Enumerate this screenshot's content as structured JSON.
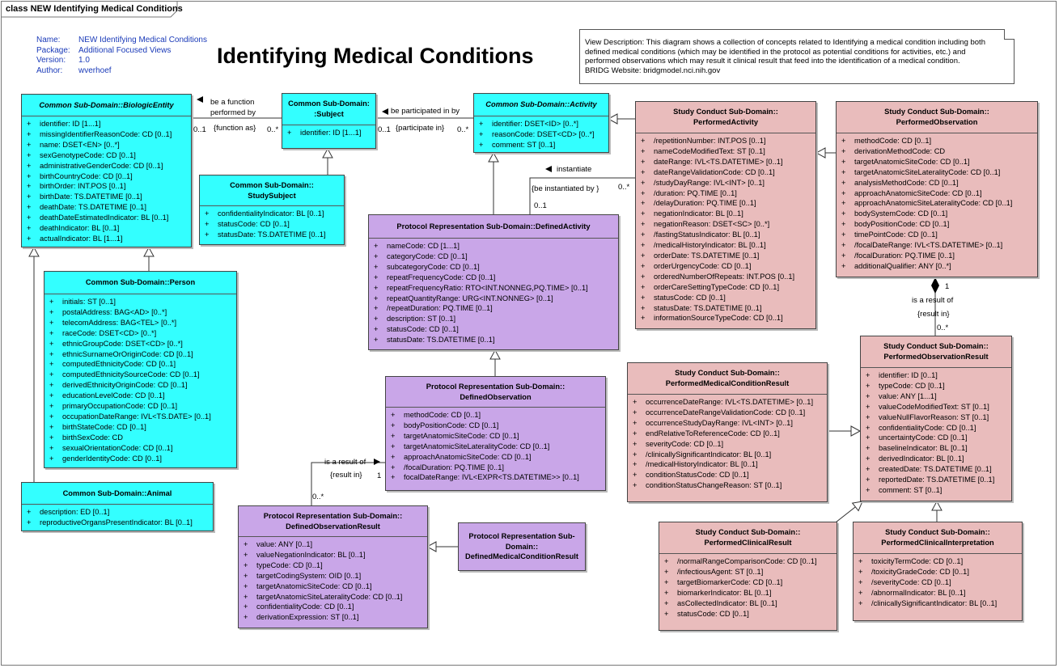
{
  "frame_title": "class NEW Identifying Medical Conditions",
  "meta": [
    {
      "key": "Name:",
      "value": "NEW Identifying Medical Conditions"
    },
    {
      "key": "Package:",
      "value": "Additional Focused Views"
    },
    {
      "key": "Version:",
      "value": "1.0"
    },
    {
      "key": "Author:",
      "value": "wverhoef"
    }
  ],
  "diagram_title": "Identifying Medical Conditions",
  "note": {
    "lines": [
      "View Description:  This diagram shows a collection of concepts related to Identifying a medical condition including both",
      "defined medical conditions (which may be identified in the protocol as potential conditions for activities, etc.) and",
      "performed observations which may result it clinical result that feed into the identification of a medical condition.",
      "BRIDG Website:  bridgmodel.nci.nih.gov"
    ]
  },
  "colors": {
    "common": "#33ffff",
    "protocol": "#c9a6e8",
    "study": "#e9bcbc"
  },
  "classes": [
    {
      "id": "biologic-entity",
      "title": [
        "Common Sub-Domain::BiologicEntity"
      ],
      "italic": true,
      "color": "cyan",
      "attrs": [
        "identifier: ID [1...1]",
        "missingIdentifierReasonCode: CD [0..1]",
        "name: DSET<EN> [0..*]",
        "sexGenotypeCode: CD [0..1]",
        "administrativeGenderCode: CD [0..1]",
        "birthCountryCode: CD [0..1]",
        "birthOrder: INT.POS [0..1]",
        "birthDate: TS.DATETIME [0..1]",
        "deathDate: TS.DATETIME [0..1]",
        "deathDateEstimatedIndicator: BL [0..1]",
        "deathIndicator: BL [0..1]",
        "actualIndicator: BL [1...1]"
      ]
    },
    {
      "id": "subject",
      "title": [
        "Common Sub-Domain:",
        ":Subject"
      ],
      "italic": false,
      "color": "cyan",
      "attrs": [
        "identifier: ID [1...1]"
      ]
    },
    {
      "id": "activity",
      "title": [
        "Common Sub-Domain::Activity"
      ],
      "italic": true,
      "color": "cyan",
      "attrs": [
        "identifier: DSET<ID> [0..*]",
        "reasonCode: DSET<CD> [0..*]",
        "comment: ST [0..1]"
      ]
    },
    {
      "id": "study-subject",
      "title": [
        "Common Sub-Domain::",
        "StudySubject"
      ],
      "italic": false,
      "color": "cyan",
      "attrs": [
        "confidentialityIndicator: BL [0..1]",
        "statusCode: CD [0..1]",
        "statusDate: TS.DATETIME [0..1]"
      ]
    },
    {
      "id": "person",
      "title": [
        "Common Sub-Domain::Person"
      ],
      "italic": false,
      "color": "cyan",
      "attrs": [
        "initials: ST [0..1]",
        "postalAddress: BAG<AD> [0..*]",
        "telecomAddress: BAG<TEL> [0..*]",
        "raceCode: DSET<CD> [0..*]",
        "ethnicGroupCode: DSET<CD> [0..*]",
        "ethnicSurnameOrOriginCode: CD [0..1]",
        "computedEthnicityCode: CD [0..1]",
        "computedEthnicitySourceCode: CD [0..1]",
        "derivedEthnicityOriginCode: CD [0..1]",
        "educationLevelCode: CD [0..1]",
        "primaryOccupationCode: CD [0..1]",
        "occupationDateRange: IVL<TS.DATE> [0..1]",
        "birthStateCode: CD [0..1]",
        "birthSexCode: CD",
        "sexualOrientationCode: CD [0..1]",
        "genderIdentityCode: CD [0..1]"
      ]
    },
    {
      "id": "animal",
      "title": [
        "Common Sub-Domain::Animal"
      ],
      "italic": false,
      "color": "cyan",
      "attrs": [
        "description: ED [0..1]",
        "reproductiveOrgansPresentIndicator: BL [0..1]"
      ]
    },
    {
      "id": "defined-activity",
      "title": [
        "Protocol Representation Sub-Domain::DefinedActivity"
      ],
      "italic": false,
      "color": "purple",
      "attrs": [
        "nameCode: CD [1...1]",
        "categoryCode: CD [0..1]",
        "subcategoryCode: CD [0..1]",
        "repeatFrequencyCode: CD [0..1]",
        "repeatFrequencyRatio: RTO<INT.NONNEG,PQ.TIME> [0..1]",
        "repeatQuantityRange: URG<INT.NONNEG> [0..1]",
        "/repeatDuration: PQ.TIME [0..1]",
        "description: ST [0..1]",
        "statusCode: CD [0..1]",
        "statusDate: TS.DATETIME [0..1]"
      ]
    },
    {
      "id": "defined-observation",
      "title": [
        "Protocol Representation Sub-Domain::",
        "DefinedObservation"
      ],
      "italic": false,
      "color": "purple",
      "attrs": [
        "methodCode: CD [0..1]",
        "bodyPositionCode: CD [0..1]",
        "targetAnatomicSiteCode: CD [0..1]",
        "targetAnatomicSiteLateralityCode: CD [0..1]",
        "approachAnatomicSiteCode: CD [0..1]",
        "/focalDuration: PQ.TIME [0..1]",
        "focalDateRange: IVL<EXPR<TS.DATETIME>> [0..1]"
      ]
    },
    {
      "id": "defined-observation-result",
      "title": [
        "Protocol Representation Sub-Domain::",
        "DefinedObservationResult"
      ],
      "italic": false,
      "color": "purple",
      "attrs": [
        "value: ANY [0..1]",
        "valueNegationIndicator: BL [0..1]",
        "typeCode: CD [0..1]",
        "targetCodingSystem: OID [0..1]",
        "targetAnatomicSiteCode: CD [0..1]",
        "targetAnatomicSiteLateralityCode: CD [0..1]",
        "confidentialityCode: CD [0..1]",
        "derivationExpression: ST [0..1]"
      ]
    },
    {
      "id": "defined-medical-condition-result",
      "title": [
        "Protocol Representation Sub-",
        "Domain::",
        "DefinedMedicalConditionResult"
      ],
      "italic": false,
      "color": "purple",
      "attrs": []
    },
    {
      "id": "performed-activity",
      "title": [
        "Study Conduct Sub-Domain::",
        "PerformedActivity"
      ],
      "italic": false,
      "color": "pink",
      "attrs": [
        "/repetitionNumber: INT.POS [0..1]",
        "nameCodeModifiedText: ST [0..1]",
        "dateRange: IVL<TS.DATETIME> [0..1]",
        "dateRangeValidationCode: CD [0..1]",
        "/studyDayRange: IVL<INT> [0..1]",
        "/duration: PQ.TIME [0..1]",
        "/delayDuration: PQ.TIME [0..1]",
        "negationIndicator: BL [0..1]",
        "negationReason: DSET<SC> [0..*]",
        "/fastingStatusIndicator: BL [0..1]",
        "/medicalHistoryIndicator: BL [0..1]",
        "orderDate: TS.DATETIME [0..1]",
        "orderUrgencyCode: CD [0..1]",
        "orderedNumberOfRepeats: INT.POS [0..1]",
        "orderCareSettingTypeCode: CD [0..1]",
        "statusCode: CD [0..1]",
        "statusDate: TS.DATETIME [0..1]",
        "informationSourceTypeCode: CD [0..1]"
      ]
    },
    {
      "id": "performed-observation",
      "title": [
        "Study Conduct Sub-Domain::",
        "PerformedObservation"
      ],
      "italic": false,
      "color": "pink",
      "attrs": [
        "methodCode: CD [0..1]",
        "derivationMethodCode: CD",
        "targetAnatomicSiteCode: CD [0..1]",
        "targetAnatomicSiteLateralityCode: CD [0..1]",
        "analysisMethodCode: CD [0..1]",
        "approachAnatomicSiteCode: CD [0..1]",
        "approachAnatomicSiteLateralityCode: CD [0..1]",
        "bodySystemCode: CD [0..1]",
        "bodyPositionCode: CD [0..1]",
        "timePointCode: CD [0..1]",
        "/focalDateRange: IVL<TS.DATETIME> [0..1]",
        "/focalDuration: PQ.TIME [0..1]",
        "additionalQualifier: ANY [0..*]"
      ]
    },
    {
      "id": "performed-medical-condition-result",
      "title": [
        "Study Conduct Sub-Domain::",
        "PerformedMedicalConditionResult"
      ],
      "italic": false,
      "color": "pink",
      "attrs": [
        "occurrenceDateRange: IVL<TS.DATETIME> [0..1]",
        "occurrenceDateRangeValidationCode: CD [0..1]",
        "occurrenceStudyDayRange: IVL<INT> [0..1]",
        "endRelativeToReferenceCode: CD [0..1]",
        "severityCode: CD [0..1]",
        "/clinicallySignificantIndicator: BL [0..1]",
        "/medicalHistoryIndicator: BL [0..1]",
        "conditionStatusCode: CD [0..1]",
        "conditionStatusChangeReason: ST [0..1]"
      ]
    },
    {
      "id": "performed-observation-result",
      "title": [
        "Study Conduct Sub-Domain::",
        "PerformedObservationResult"
      ],
      "italic": false,
      "color": "pink",
      "attrs": [
        "identifier: ID [0..1]",
        "typeCode: CD [0..1]",
        "value: ANY [1...1]",
        "valueCodeModifiedText: ST [0..1]",
        "valueNullFlavorReason: ST [0..1]",
        "confidentialityCode: CD [0..1]",
        "uncertaintyCode: CD [0..1]",
        "baselineIndicator: BL [0..1]",
        "derivedIndicator: BL [0..1]",
        "createdDate: TS.DATETIME [0..1]",
        "reportedDate: TS.DATETIME [0..1]",
        "comment: ST [0..1]"
      ]
    },
    {
      "id": "performed-clinical-result",
      "title": [
        "Study Conduct Sub-Domain::",
        "PerformedClinicalResult"
      ],
      "italic": false,
      "color": "pink",
      "attrs": [
        "/normalRangeComparisonCode: CD [0..1]",
        "/infectiousAgent: ST [0..1]",
        "targetBiomarkerCode: CD [0..1]",
        "biomarkerIndicator: BL [0..1]",
        "asCollectedIndicator: BL [0..1]",
        "statusCode: CD [0..1]"
      ]
    },
    {
      "id": "performed-clinical-interpretation",
      "title": [
        "Study Conduct Sub-Domain::",
        "PerformedClinicalInterpretation"
      ],
      "italic": false,
      "color": "pink",
      "attrs": [
        "toxicityTermCode: CD [0..1]",
        "/toxicityGradeCode: CD [0..1]",
        "/severityCode: CD [0..1]",
        "/abnormalIndicator: BL [0..1]",
        "/clinicallySignificantIndicator: BL [0..1]"
      ]
    }
  ],
  "labels": {
    "be_a_function_1": "be a function",
    "be_a_function_2": "performed by",
    "function_as": "{function as}",
    "m_0_1_a": "0..1",
    "m_0_star_a": "0..*",
    "be_participated": "be participated in by",
    "participate_in": "{participate in}",
    "m_0_1_b": "0..1",
    "m_0_star_b": "0..*",
    "instantiate": "instantiate",
    "be_instantiated": "{be instantiated by }",
    "m_0_star_c": "0..*",
    "m_0_1_c": "0..1",
    "is_result_of_a": "is a result of",
    "result_in_a": "{result in}",
    "m_1_a": "1",
    "m_0_star_d": "0..*",
    "is_result_of_b": "is a result of",
    "result_in_b": "{result in}",
    "m_1_b": "1",
    "m_0_star_e": "0..*"
  }
}
